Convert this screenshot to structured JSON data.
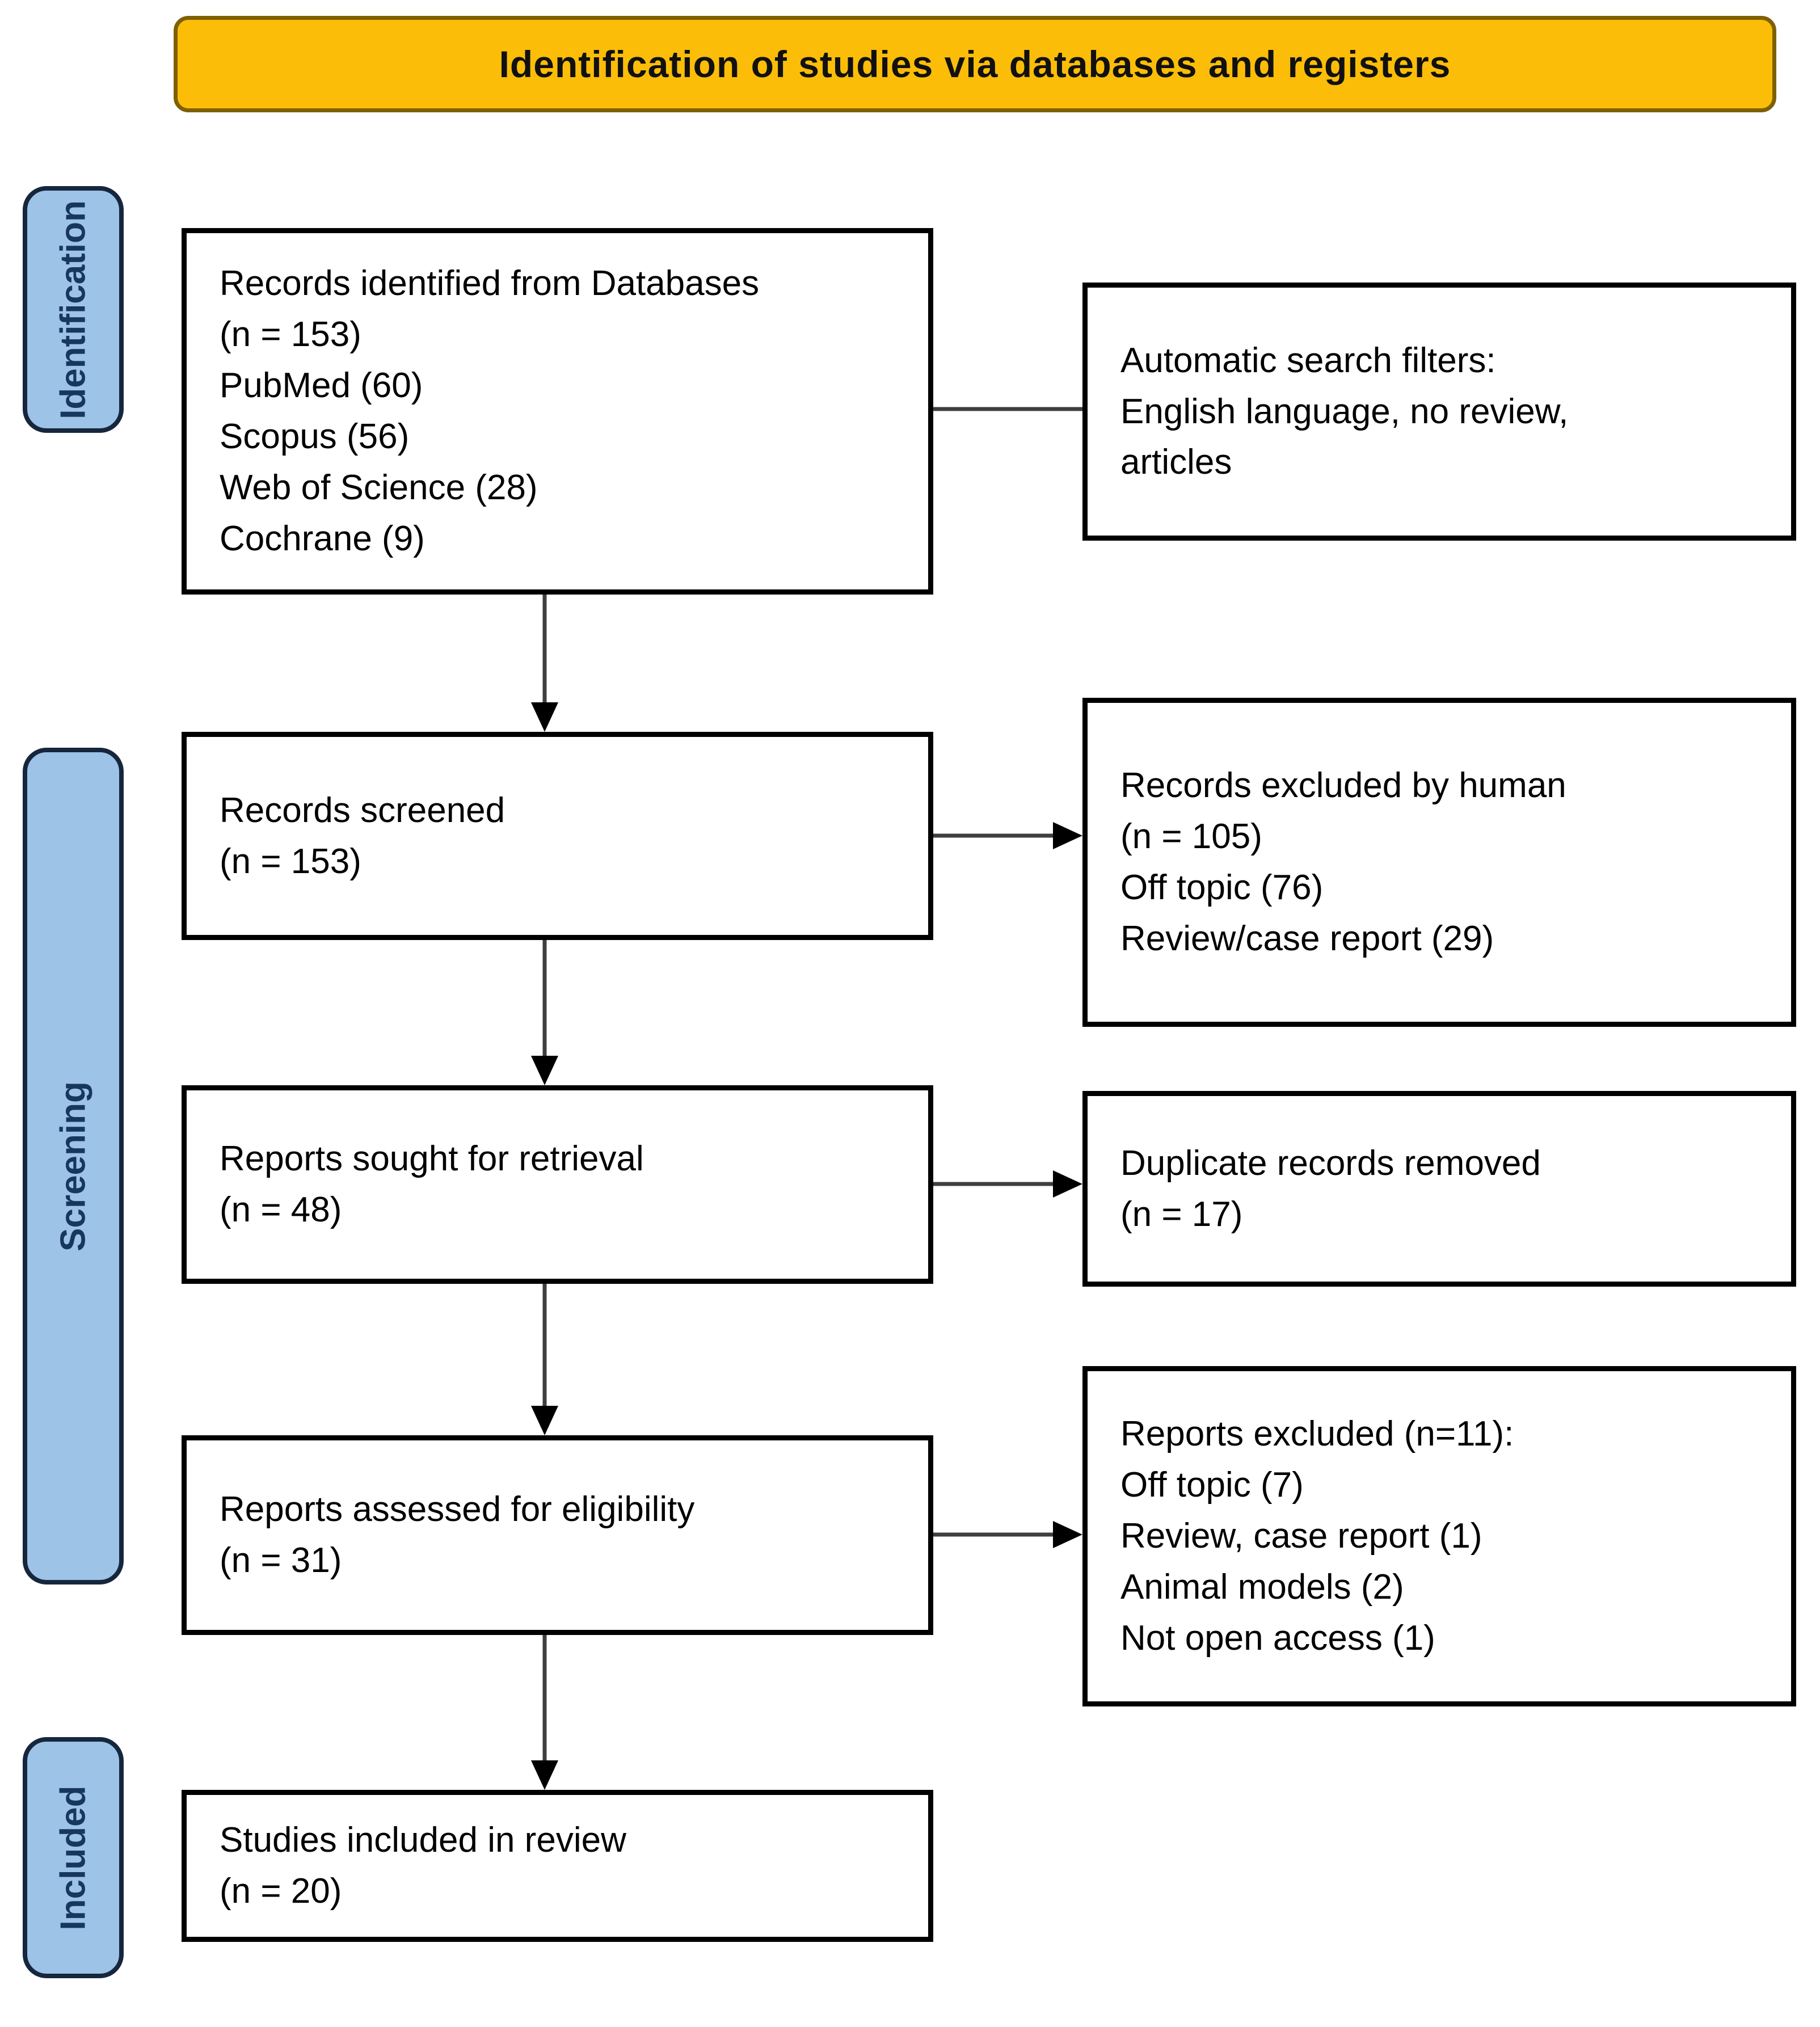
{
  "banner": {
    "title": "Identification of studies via databases and registers"
  },
  "stages": [
    {
      "label": "Identification"
    },
    {
      "label": "Screening"
    },
    {
      "label": "Included"
    }
  ],
  "boxes": {
    "records_identified": {
      "lines": [
        "Records identified from Databases",
        "(n = 153)",
        "PubMed (60)",
        "Scopus (56)",
        "Web of Science (28)",
        "Cochrane (9)"
      ]
    },
    "auto_filters": {
      "lines": [
        "Automatic search filters:",
        "English language, no review,",
        "articles"
      ]
    },
    "records_screened": {
      "lines": [
        "Records screened",
        "(n = 153)"
      ]
    },
    "records_excluded_human": {
      "lines": [
        "Records excluded by human",
        "(n = 105)",
        "Off topic (76)",
        "Review/case report (29)"
      ]
    },
    "reports_sought": {
      "lines": [
        "Reports sought for retrieval",
        "(n = 48)"
      ]
    },
    "duplicates_removed": {
      "lines": [
        "Duplicate records removed",
        "(n = 17)"
      ]
    },
    "reports_assessed": {
      "lines": [
        "Reports assessed for eligibility",
        "(n = 31)"
      ]
    },
    "reports_excluded": {
      "lines": [
        "Reports excluded (n=11):",
        "Off topic (7)",
        "Review, case report (1)",
        "Animal models (2)",
        "Not open access (1)"
      ]
    },
    "studies_included": {
      "lines": [
        "Studies included in review",
        "(n = 20)"
      ]
    }
  },
  "colors": {
    "banner_fill": "#FBBD08",
    "banner_border": "#7F6000",
    "banner_text": "#111111",
    "stage_fill": "#9DC3E6",
    "stage_border": "#16263D",
    "stage_text": "#17375E",
    "box_fill": "#FFFFFF",
    "box_border": "#000000",
    "box_text": "#000000",
    "arrow_shaft": "#3F3F3F",
    "arrow_head": "#000000"
  }
}
